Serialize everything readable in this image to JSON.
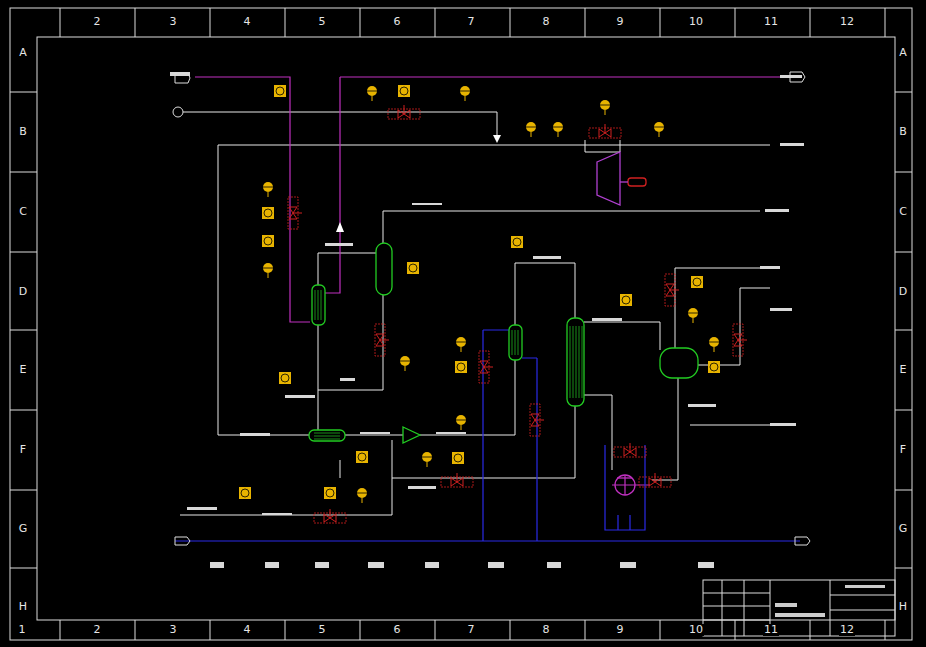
{
  "diagram": {
    "labels": [
      "2",
      "3",
      "4",
      "5",
      "6",
      "7",
      "8",
      "9",
      "10",
      "11",
      "12",
      "1",
      "2",
      "3",
      "4",
      "5",
      "6",
      "7",
      "8",
      "9",
      "10",
      "11",
      "12",
      "A",
      "B",
      "C",
      "D",
      "E",
      "F",
      "G",
      "H",
      "A",
      "B",
      "C",
      "D",
      "E",
      "F",
      "G",
      "H"
    ]
  }
}
